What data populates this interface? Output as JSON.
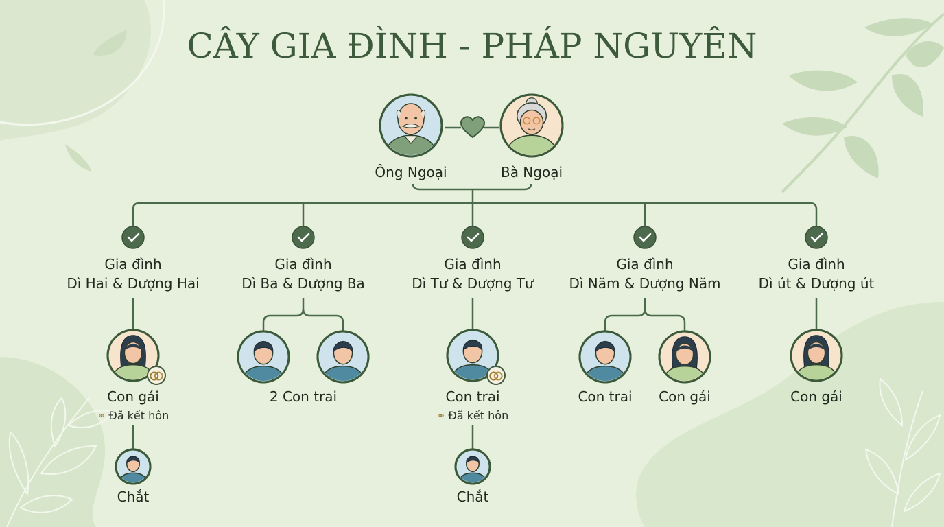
{
  "title": "CÂY GIA ĐÌNH - PHÁP NGUYÊN",
  "colors": {
    "line": "#4a6b49",
    "check_bg": "#4d6a4c",
    "blue_bg": "#cfe3ec",
    "peach_bg": "#f6e4cc",
    "ring": "#3f5a3e"
  },
  "grandparents": {
    "grandfather": "Ông Ngoại",
    "grandmother": "Bà Ngoại",
    "link_icon": "heart-icon"
  },
  "families": [
    {
      "line1": "Gia đình",
      "line2": "Dì Hai & Dượng Hai",
      "children": [
        {
          "gender": "female",
          "married": true
        }
      ],
      "children_label": "Con gái",
      "married_label": "Đã kết hôn",
      "grandchild_label": "Chắt"
    },
    {
      "line1": "Gia đình",
      "line2": "Dì Ba & Dượng Ba",
      "children": [
        {
          "gender": "male"
        },
        {
          "gender": "male"
        }
      ],
      "children_label": "2 Con trai"
    },
    {
      "line1": "Gia đình",
      "line2": "Dì Tư & Dượng Tư",
      "children": [
        {
          "gender": "male",
          "married": true
        }
      ],
      "children_label": "Con trai",
      "married_label": "Đã kết hôn",
      "grandchild_label": "Chắt"
    },
    {
      "line1": "Gia đình",
      "line2": "Dì Năm & Dượng Năm",
      "children": [
        {
          "gender": "male",
          "label": "Con trai"
        },
        {
          "gender": "female",
          "label": "Con gái"
        }
      ]
    },
    {
      "line1": "Gia đình",
      "line2": "Dì út & Dượng út",
      "children": [
        {
          "gender": "female"
        }
      ],
      "children_label": "Con gái"
    }
  ]
}
